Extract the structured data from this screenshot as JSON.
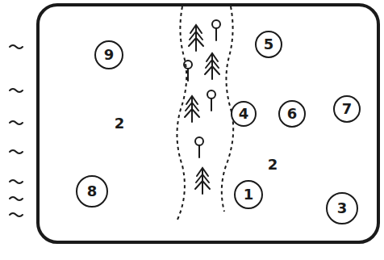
{
  "diagram": {
    "nodes": [
      {
        "text": [
          "5"
        ]
      },
      {
        "text": [
          "9"
        ]
      },
      {
        "text": [
          "7"
        ]
      },
      {
        "text": [
          "4"
        ]
      },
      {
        "text": [
          "6"
        ]
      },
      {
        "text": [
          "8"
        ]
      },
      {
        "text": [
          "1"
        ]
      },
      {
        "text": [
          "3"
        ]
      }
    ],
    "labels": [
      "2",
      "2"
    ]
  }
}
